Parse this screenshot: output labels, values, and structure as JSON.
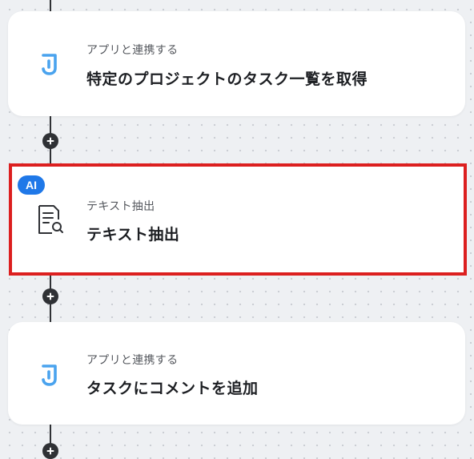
{
  "colors": {
    "canvas": "#eef0f3",
    "connector": "#2f3135",
    "app_icon": "#4aa3ee",
    "ai_badge": "#1f78e8",
    "selection_border": "#dc1f1f"
  },
  "workflow": {
    "steps": [
      {
        "icon": "jooto-app-icon",
        "subtitle": "アプリと連携する",
        "title": "特定のプロジェクトのタスク一覧を取得"
      },
      {
        "icon": "document-search-icon",
        "badge": "AI",
        "subtitle": "テキスト抽出",
        "title": "テキスト抽出",
        "selected": true
      },
      {
        "icon": "jooto-app-icon",
        "subtitle": "アプリと連携する",
        "title": "タスクにコメントを追加"
      }
    ]
  }
}
